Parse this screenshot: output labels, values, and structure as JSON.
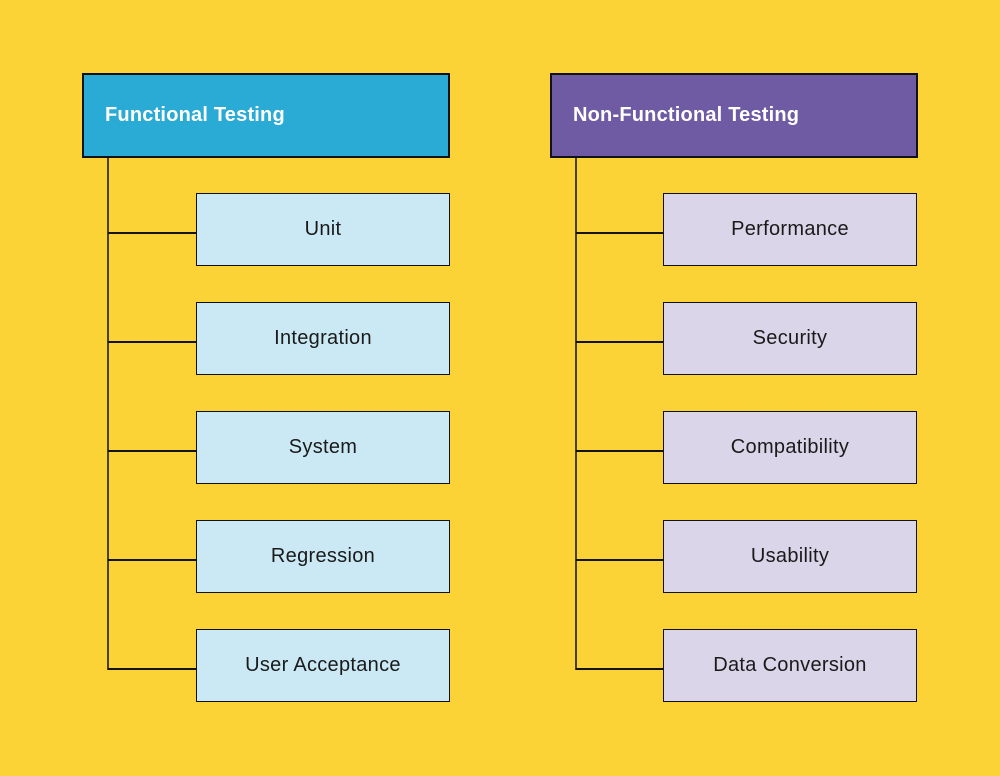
{
  "colors": {
    "background": "#FBD337",
    "functional_header_fill": "#2AABD5",
    "functional_child_fill": "#CBE9F5",
    "nonfunctional_header_fill": "#6E5BA3",
    "nonfunctional_child_fill": "#DAD5E8",
    "header_text": "#FFFFFF",
    "child_text": "#1A1A1A",
    "box_border": "#111111",
    "connector_trunk": "#4A421C",
    "connector_branch": "#141414"
  },
  "diagram": {
    "columns": [
      {
        "header": "Functional Testing",
        "children": [
          "Unit",
          "Integration",
          "System",
          "Regression",
          "User Acceptance"
        ]
      },
      {
        "header": "Non-Functional Testing",
        "children": [
          "Performance",
          "Security",
          "Compatibility",
          "Usability",
          "Data Conversion"
        ]
      }
    ]
  }
}
